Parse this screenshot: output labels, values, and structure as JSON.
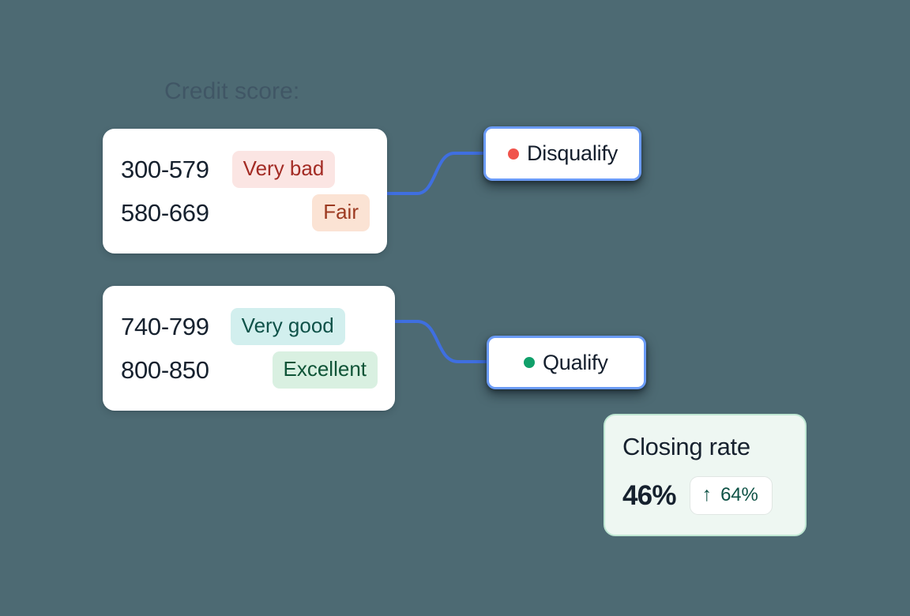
{
  "canvas": {
    "background_color": "#4d6a73",
    "section_label": "Credit score:"
  },
  "score_cards": [
    {
      "id": "low-scores",
      "rows": [
        {
          "range": "300-579",
          "rating": "Very bad",
          "rating_bg": "#fbe5e3",
          "rating_color": "#a32b24"
        },
        {
          "range": "580-669",
          "rating": "Fair",
          "rating_bg": "#fbe3d4",
          "rating_color": "#9c3a21"
        }
      ]
    },
    {
      "id": "high-scores",
      "rows": [
        {
          "range": "740-799",
          "rating": "Very good",
          "rating_bg": "#d2efee",
          "rating_color": "#0f5249"
        },
        {
          "range": "800-850",
          "rating": "Excellent",
          "rating_bg": "#d9f0e1",
          "rating_color": "#0f5437"
        }
      ]
    }
  ],
  "nodes": [
    {
      "id": "disqualify",
      "label": "Disqualify",
      "dot_color": "#f0544c",
      "border_color": "#6b9bf7"
    },
    {
      "id": "qualify",
      "label": "Qualify",
      "dot_color": "#10a06a",
      "border_color": "#6b9bf7"
    }
  ],
  "connector": {
    "color": "#3f6fe0",
    "width": 4
  },
  "metric": {
    "title": "Closing rate",
    "value": "46%",
    "delta": "64%",
    "arrow": "↑",
    "trend": "up",
    "card_bg": "#eef7f2",
    "card_border": "#bfe7d3",
    "delta_color": "#0e5245"
  }
}
